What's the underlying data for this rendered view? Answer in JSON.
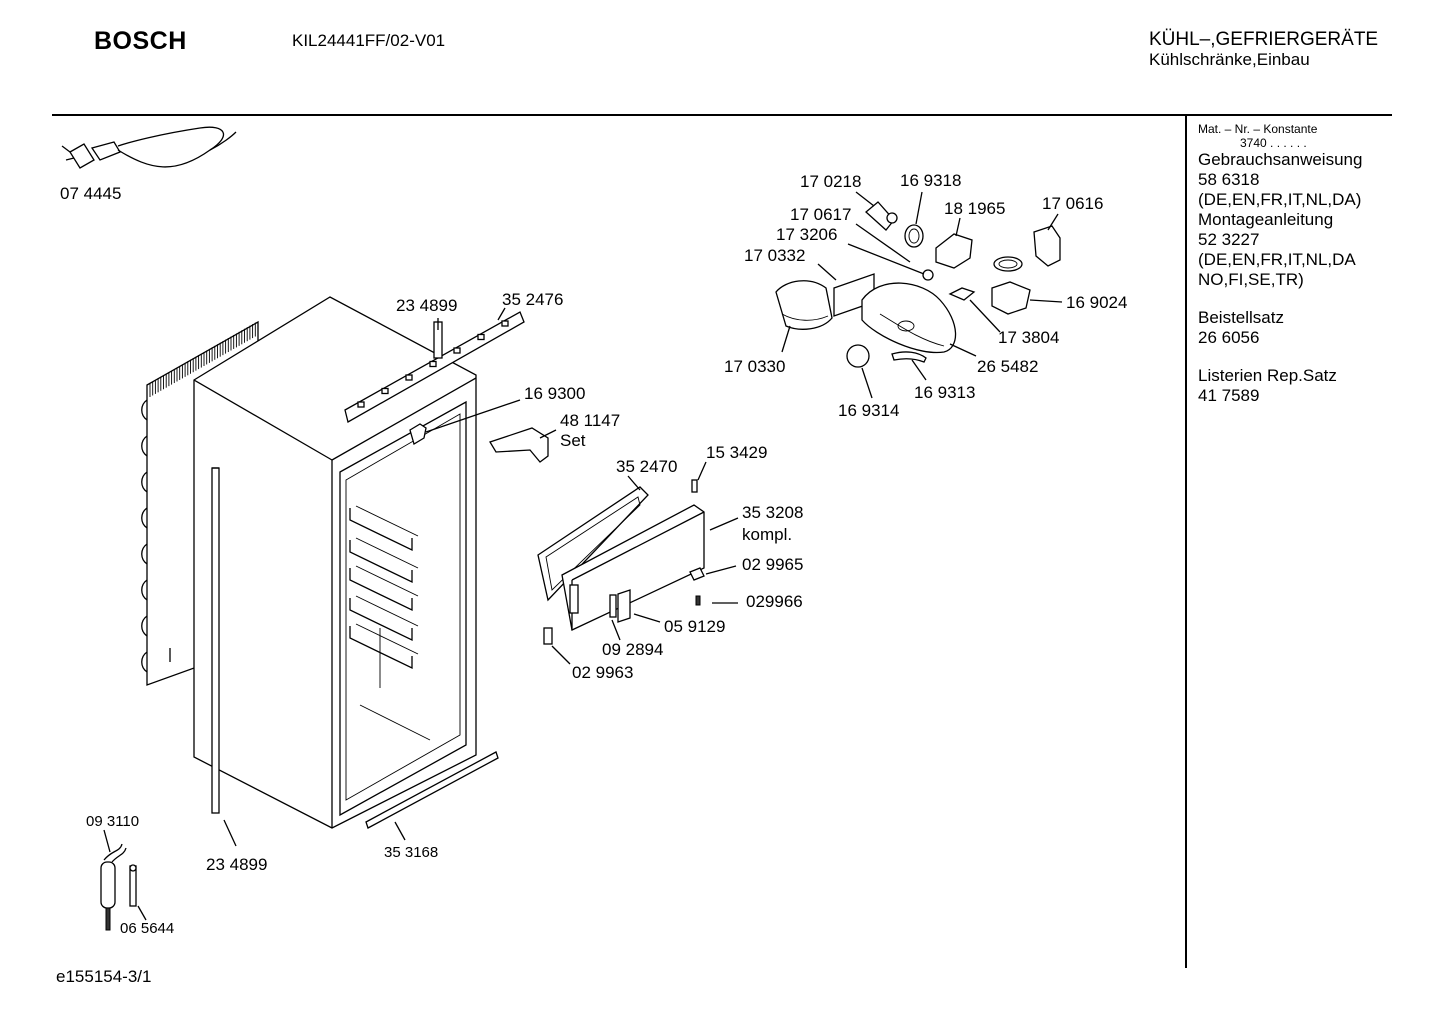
{
  "header": {
    "brand": "BOSCH",
    "model": "KIL24441FF/02-V01",
    "category_line1": "KÜHL–,GEFRIERGERÄTE",
    "category_line2": "Kühlschränke,Einbau"
  },
  "sidebar": {
    "mat_label": "Mat. – Nr. – Konstante",
    "mat_value": "3740 . . . . . .",
    "entries": [
      "Gebrauchsanweisung",
      "58 6318",
      "(DE,EN,FR,IT,NL,DA)",
      "Montageanleitung",
      "52 3227",
      "(DE,EN,FR,IT,NL,DA",
      "NO,FI,SE,TR)",
      "",
      "Beistellsatz",
      "26 6056",
      "",
      "Listerien Rep.Satz",
      "41 7589"
    ]
  },
  "parts": {
    "p074445": "07 4445",
    "p234899_top": "23 4899",
    "p352476": "35 2476",
    "p169300": "16 9300",
    "p481147": "48 1147",
    "p481147_set": "Set",
    "p352470": "35 2470",
    "p153429": "15 3429",
    "p353208": "35 3208",
    "p353208_kompl": "kompl.",
    "p029965": "02 9965",
    "p029966": "029966",
    "p059129": "05 9129",
    "p092894": "09 2894",
    "p029963": "02 9963",
    "p093110": "09 3110",
    "p065644": "06 5644",
    "p234899_bottom": "23 4899",
    "p353168": "35 3168",
    "p170218": "17 0218",
    "p169318": "16 9318",
    "p181965": "18 1965",
    "p170616": "17 0616",
    "p170617": "17 0617",
    "p173206": "17 3206",
    "p170332": "17 0332",
    "p169024": "16 9024",
    "p173804": "17 3804",
    "p170330": "17 0330",
    "p265482": "26 5482",
    "p169313": "16 9313",
    "p169314": "16 9314"
  },
  "footer": {
    "code": "e155154-3/1"
  }
}
